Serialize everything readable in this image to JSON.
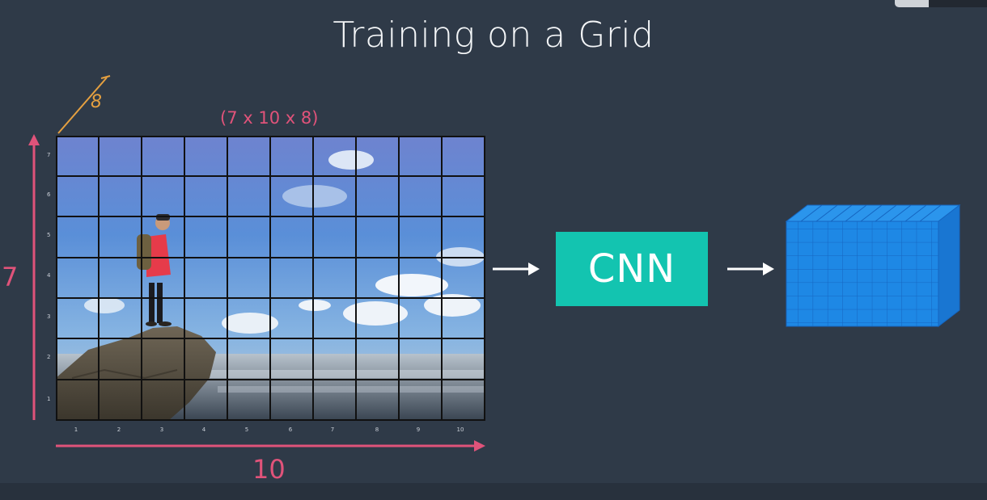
{
  "title": "Training on a Grid",
  "dimensions_label": "(7 x 10 x 8)",
  "depth_label": "8",
  "height_label": "7",
  "width_label": "10",
  "row_ticks": [
    "7",
    "6",
    "5",
    "4",
    "3",
    "2",
    "1"
  ],
  "col_ticks": [
    "1",
    "2",
    "3",
    "4",
    "5",
    "6",
    "7",
    "8",
    "9",
    "10"
  ],
  "cnn_label": "CNN",
  "colors": {
    "background": "#2f3a48",
    "dimension_pink": "#e0537a",
    "depth_orange": "#e5a040",
    "cnn_teal": "#13c4b0",
    "cube_blue": "#1e88e5"
  },
  "icons": [
    "hiker-photo",
    "arrow-right-icon",
    "output-cube-icon"
  ]
}
